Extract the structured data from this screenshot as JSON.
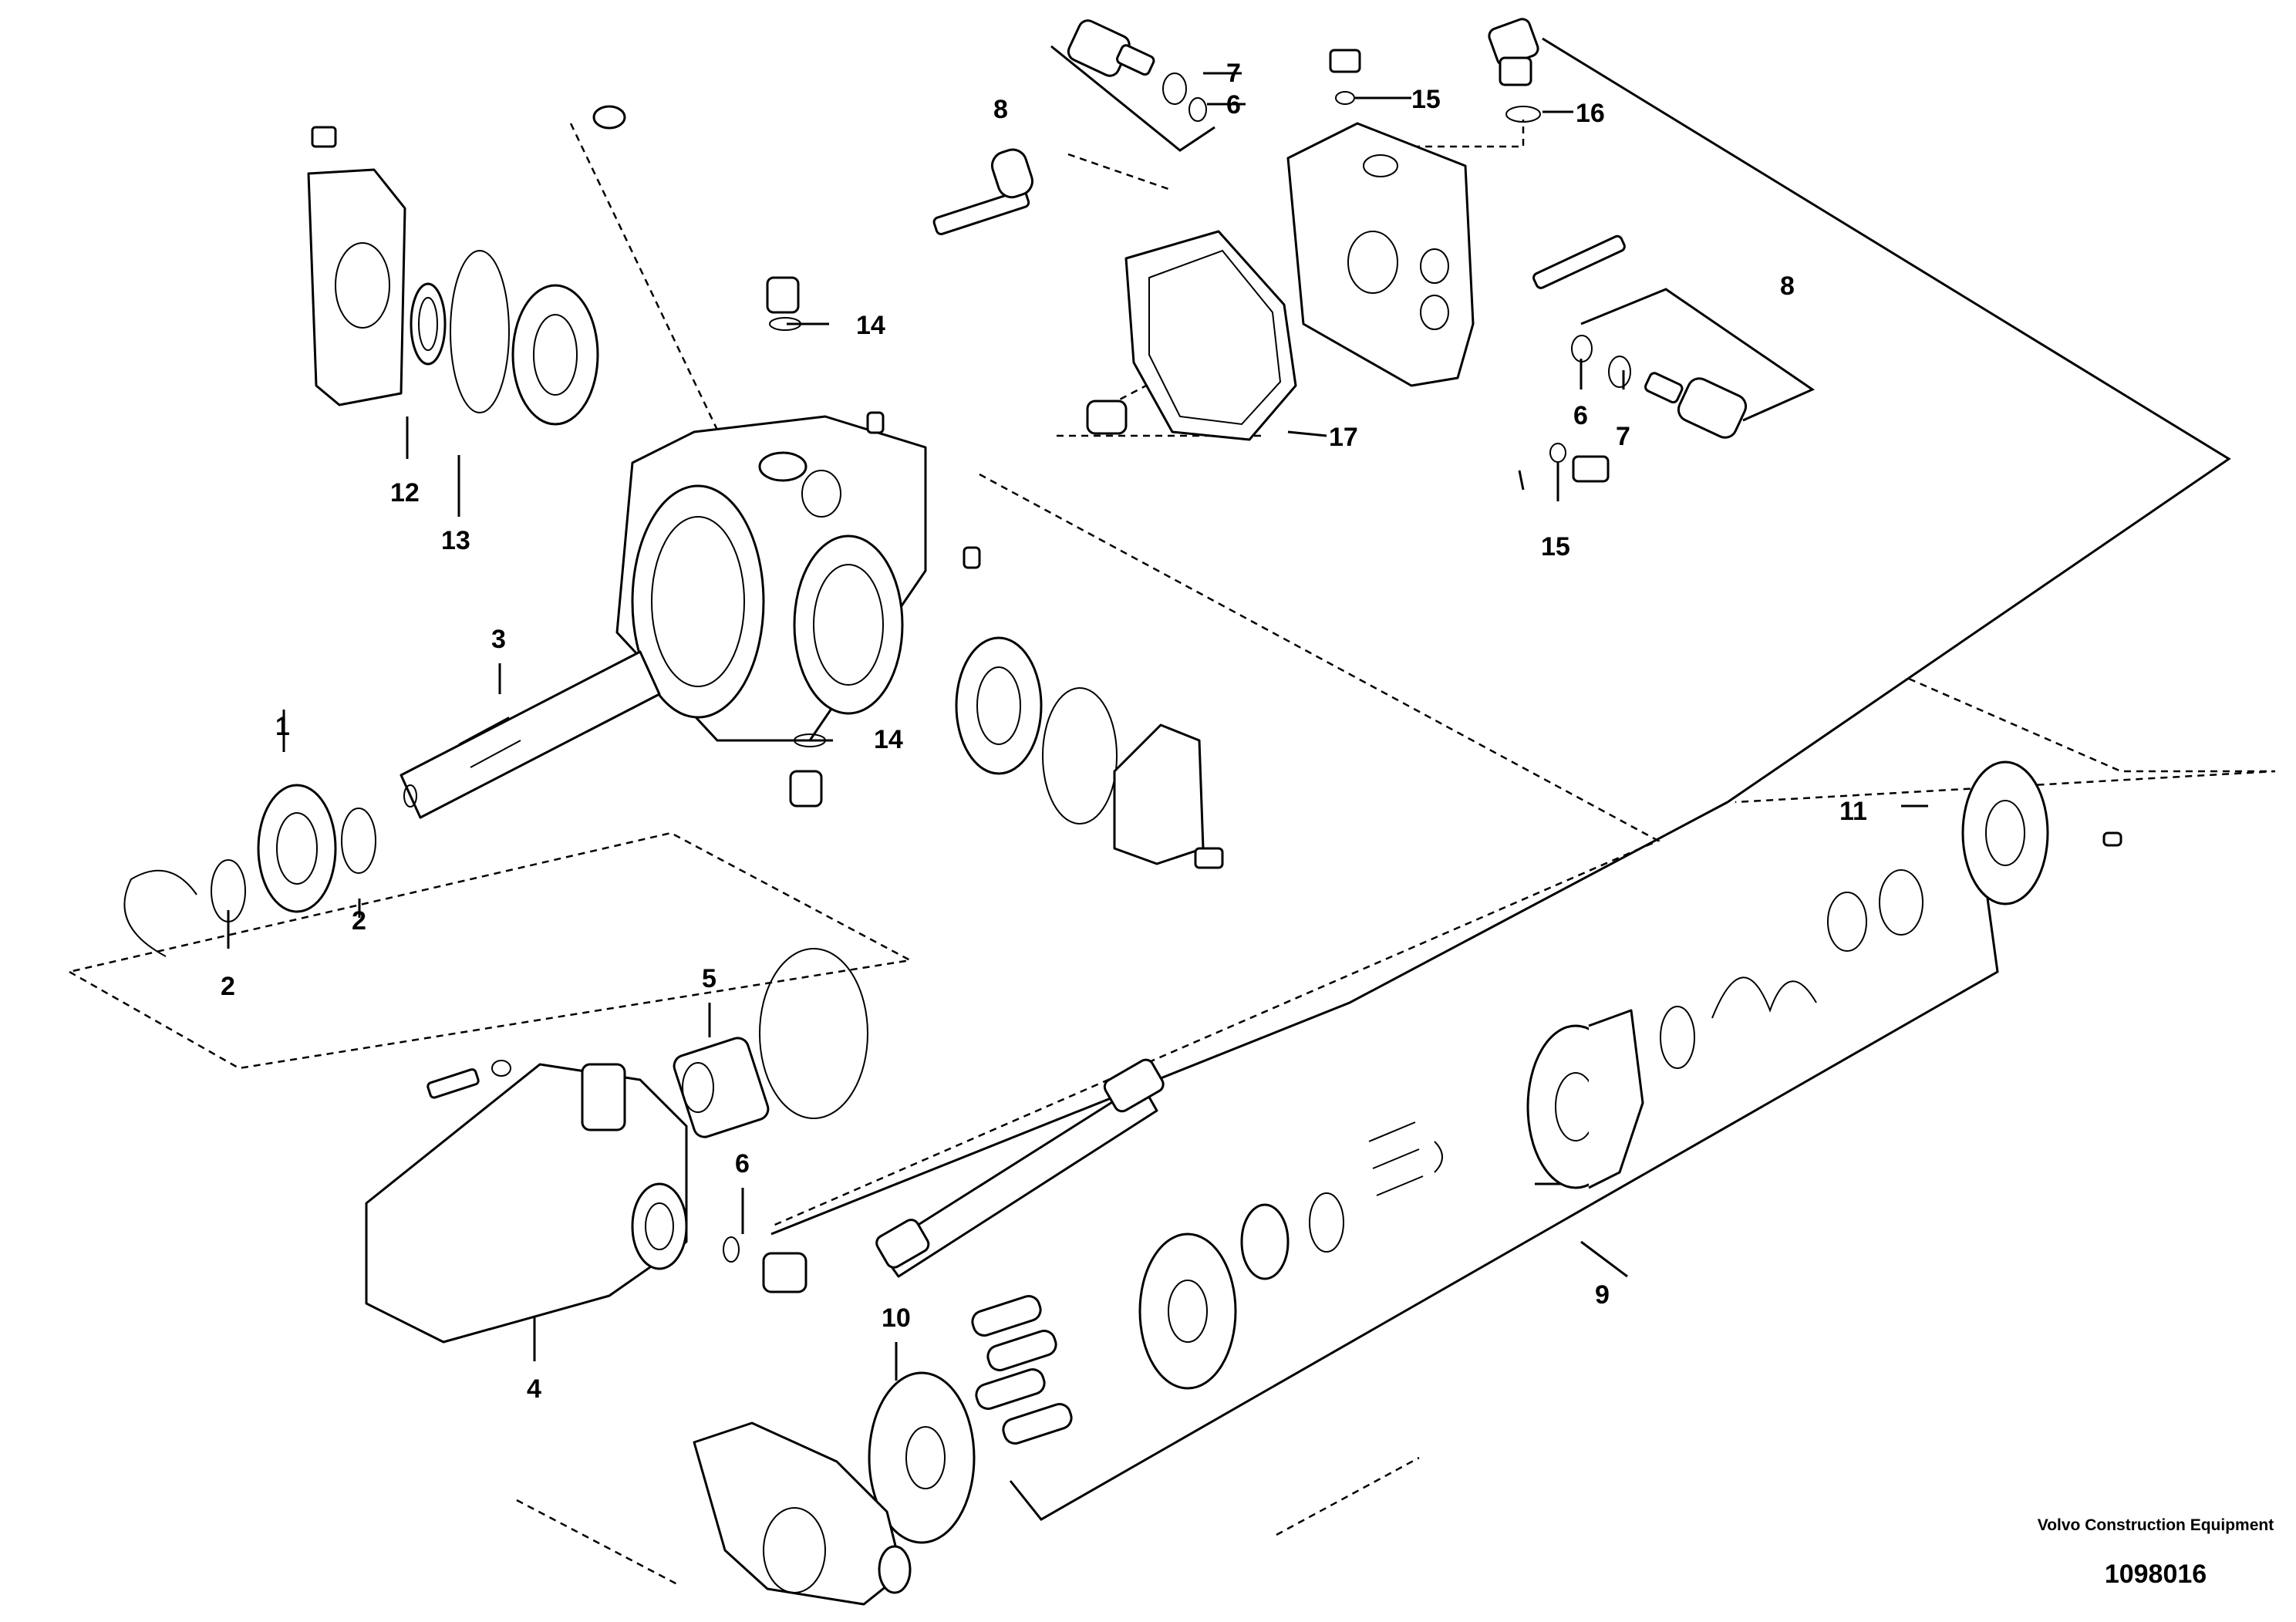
{
  "callouts": {
    "c1": "1",
    "c2a": "2",
    "c2b": "2",
    "c3": "3",
    "c4": "4",
    "c5": "5",
    "c6a": "6",
    "c6b": "6",
    "c6c": "6",
    "c7a": "7",
    "c7b": "7",
    "c8a": "8",
    "c8b": "8",
    "c9": "9",
    "c10": "10",
    "c11": "11",
    "c12": "12",
    "c13": "13",
    "c14a": "14",
    "c14b": "14",
    "c15a": "15",
    "c15b": "15",
    "c16": "16",
    "c17": "17"
  },
  "credit": {
    "company": "Volvo Construction Equipment",
    "drawing_number": "1098016"
  },
  "colors": {
    "line": "#000000",
    "background": "#ffffff"
  }
}
